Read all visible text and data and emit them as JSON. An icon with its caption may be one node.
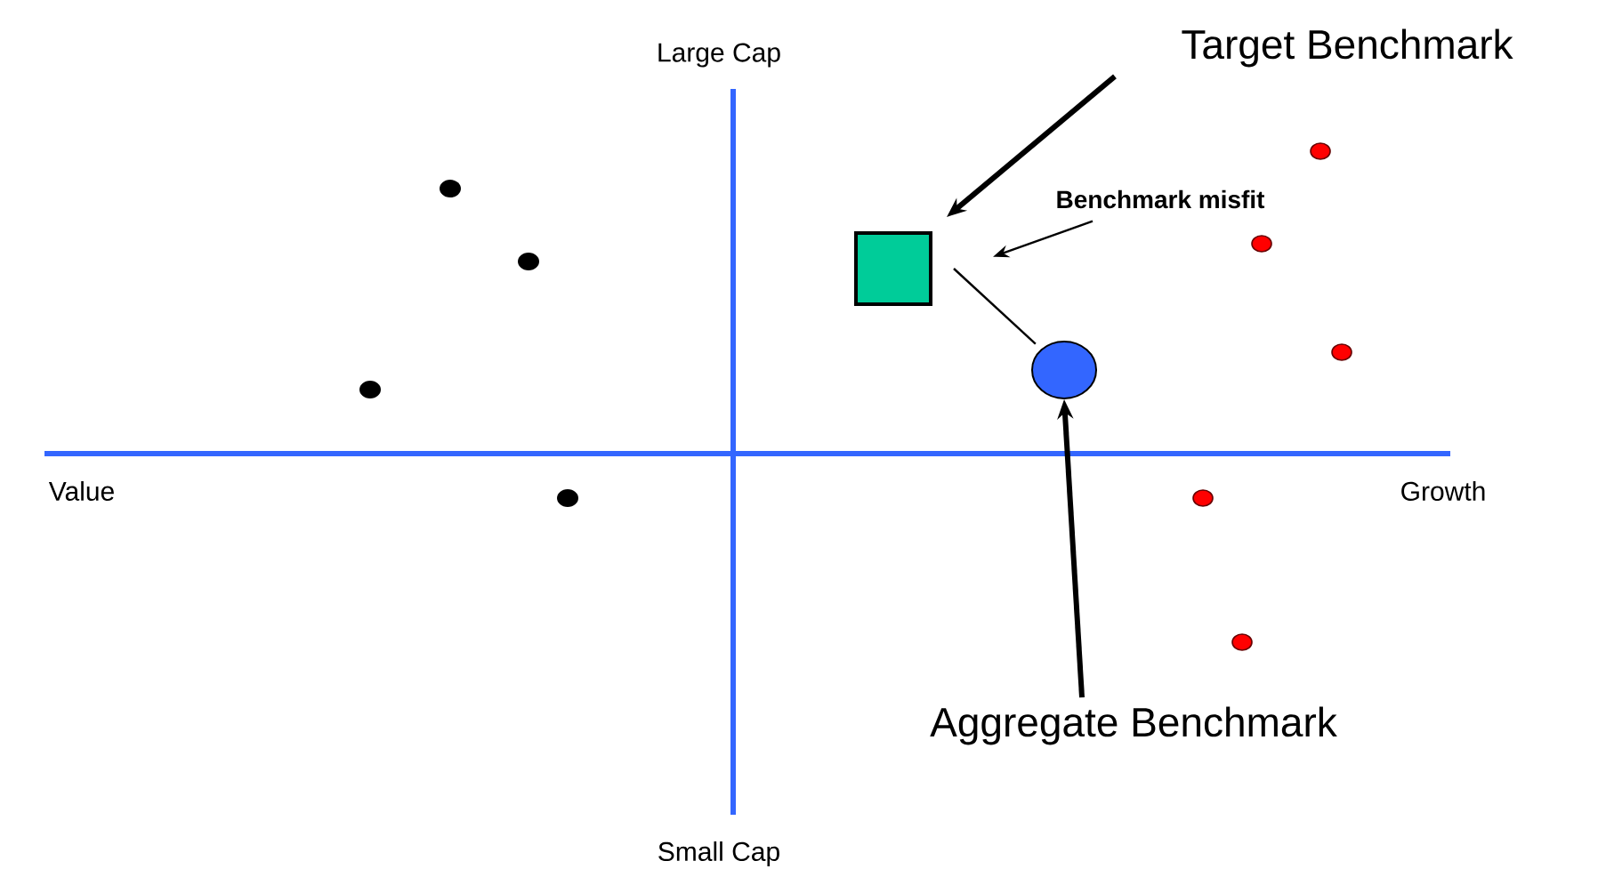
{
  "diagram": {
    "nodes": [
      {
        "text": [
          "Target Benchmark"
        ]
      },
      {
        "text": [],
        "shape": "box"
      },
      {
        "text": [
          "Benchmark misfit"
        ]
      },
      {
        "text": [],
        "shape": "circle"
      },
      {
        "text": [
          "Aggregate Benchmark"
        ]
      }
    ],
    "edges": [
      {
        "from": 0,
        "to": 1,
        "arrow": "to",
        "style": "thick"
      },
      {
        "from": 2,
        "to": null,
        "arrow": "to"
      },
      {
        "from": 1,
        "to": 3,
        "arrow": "none"
      },
      {
        "from": 4,
        "to": 3,
        "arrow": "to",
        "style": "thick"
      }
    ],
    "labels": [
      "Large Cap",
      "Value",
      "Growth",
      "Small Cap"
    ]
  }
}
